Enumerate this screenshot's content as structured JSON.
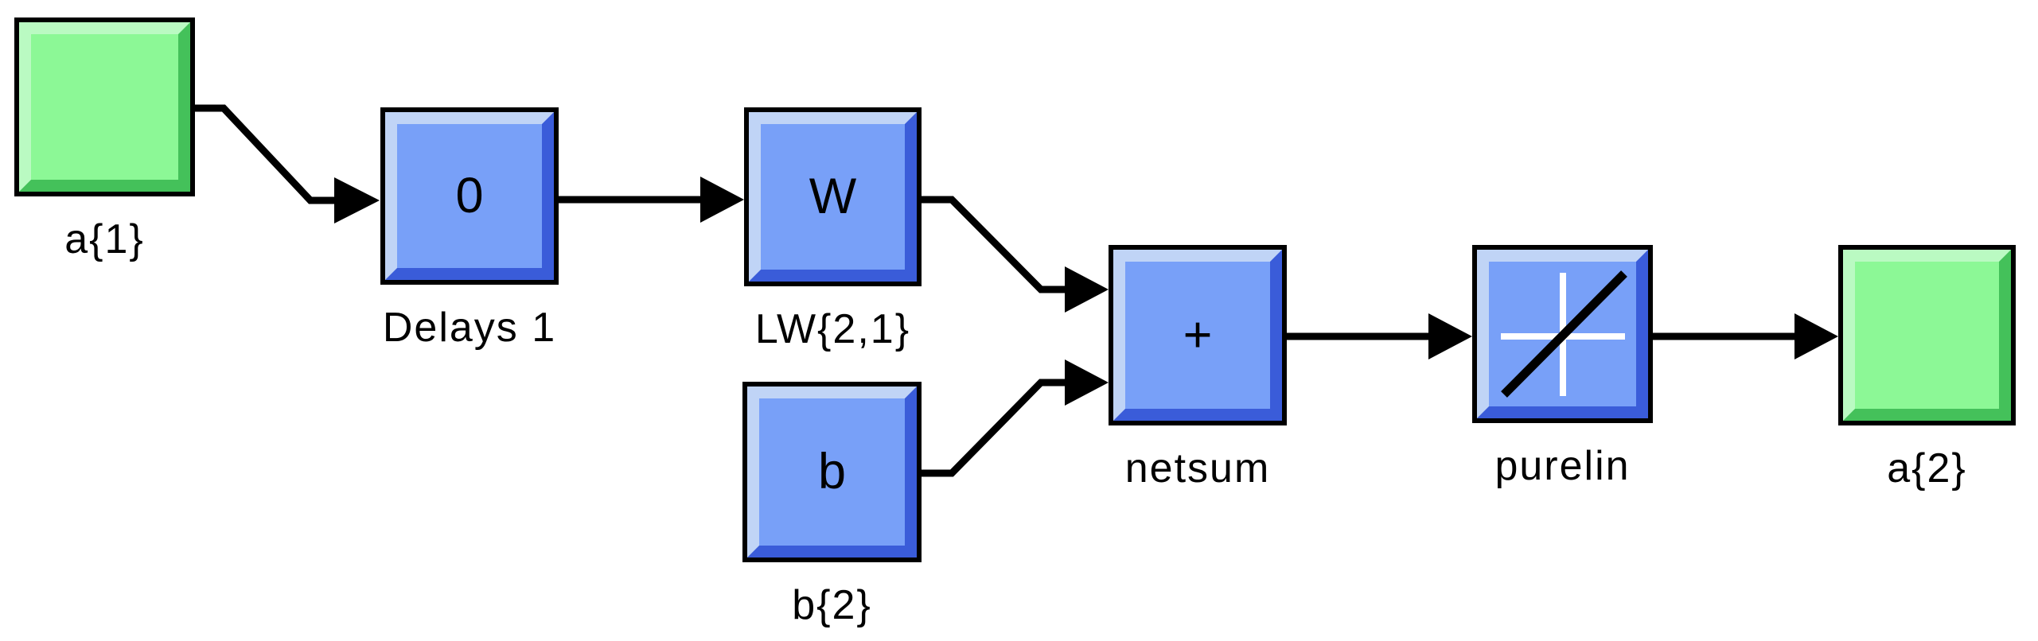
{
  "diagram": {
    "nodes": [
      {
        "id": "a1",
        "label": "a{1}",
        "glyph": "",
        "color": "green"
      },
      {
        "id": "delays1",
        "label": "Delays 1",
        "glyph": "0",
        "color": "blue"
      },
      {
        "id": "lw21",
        "label": "LW{2,1}",
        "glyph": "W",
        "color": "blue"
      },
      {
        "id": "b2",
        "label": "b{2}",
        "glyph": "b",
        "color": "blue"
      },
      {
        "id": "netsum",
        "label": "netsum",
        "glyph": "+",
        "color": "blue"
      },
      {
        "id": "purelin",
        "label": "purelin",
        "glyph": "",
        "icon": "purelin-transfer-icon",
        "color": "blue"
      },
      {
        "id": "a2",
        "label": "a{2}",
        "glyph": "",
        "color": "green"
      }
    ],
    "edges": [
      {
        "from": "a1",
        "to": "delays1"
      },
      {
        "from": "delays1",
        "to": "lw21"
      },
      {
        "from": "lw21",
        "to": "netsum"
      },
      {
        "from": "b2",
        "to": "netsum"
      },
      {
        "from": "netsum",
        "to": "purelin"
      },
      {
        "from": "purelin",
        "to": "a2"
      }
    ]
  },
  "colors": {
    "background": "#FFFFFF",
    "outline": "#000000",
    "wire": "#000000",
    "label_text": "#000000",
    "glyph_text": "#000000",
    "blue_fill": "#78A0F8",
    "blue_light": "#C0D4F6",
    "blue_dark": "#3A5CD9",
    "green_fill": "#8CF896",
    "green_light": "#BAFAC2",
    "green_dark": "#44C15A",
    "purelin_cross": "#FFFFFF",
    "purelin_line": "#000000"
  }
}
